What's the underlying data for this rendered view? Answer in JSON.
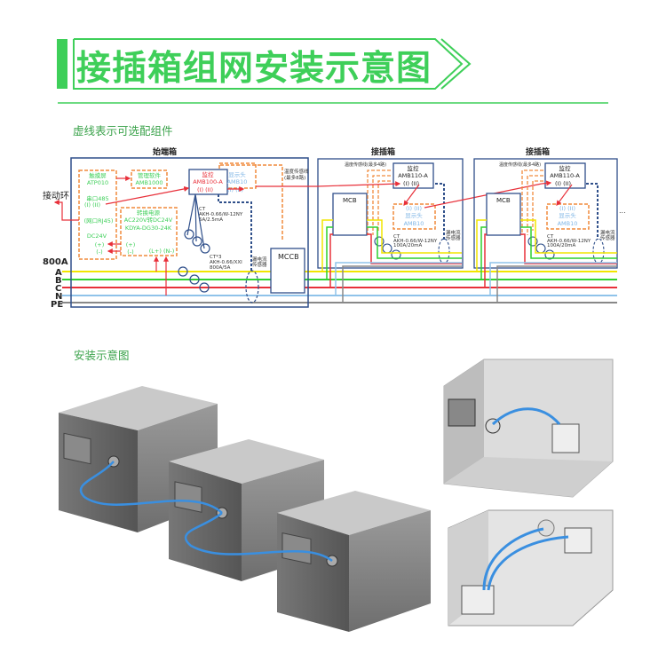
{
  "header": {
    "title": "接插箱组网安装示意图",
    "accent": "#3ecf59"
  },
  "wiring": {
    "caption": "虚线表示可选配组件",
    "head_box": {
      "title": "始端箱",
      "touch_screen": "触摸屏",
      "touch_model": "ATP010",
      "software": "管理软件",
      "software_model": "AMB1000",
      "rs485": "串口485",
      "ports": "(I)   (II)",
      "rj45": "(网口RJ45)",
      "dc24v": "DC24V",
      "plus": "(+)",
      "minus": "(-)",
      "psu": "转换电源",
      "psu_spec": "AC220V转DC24V",
      "psu_model": "KDYA-DG30-24K",
      "ln": "(L+)  (N-)",
      "monitor": "监控",
      "monitor_model": "AMB100-A",
      "monitor_ports": "(I)   (II)",
      "display": "显示头",
      "display_model": "AMB10",
      "display_ports": "(I)   (II)",
      "temp_line": "温度传感线",
      "temp_line_max": "(最多8路)",
      "ct1": "CT",
      "ct1_model": "AKH-0.66/W-12NY",
      "ct1_ratio": "5A/2.5mA",
      "ct3": "CT*3",
      "ct3_model": "AKH-0.66/XXI",
      "ct3_ratio": "800A/5A",
      "leak": "漏电流",
      "leak2": "传感器",
      "mccb": "MCCB"
    },
    "external": "接动环",
    "current": "800A",
    "bus": [
      "A",
      "B",
      "C",
      "N",
      "PE"
    ],
    "bus_colors": [
      "#f2e600",
      "#2fd12f",
      "#e8303a",
      "#8fc3ea",
      "#888888"
    ],
    "plug_boxes": [
      {
        "title": "接插箱",
        "temp_line": "温度传感线(最多4路)",
        "monitor": "监控",
        "monitor_model": "AMB110-A",
        "monitor_ports": "(I)   (II)",
        "display_ports": "(I)      (II)",
        "display": "显示头",
        "display_model": "AMB10",
        "mcb": "MCB",
        "ct": "CT",
        "ct_model": "AKH-0.66/W-12NY",
        "ct_ratio": "100A/20mA",
        "leak": "漏电流",
        "leak2": "传感器"
      },
      {
        "title": "接插箱",
        "temp_line": "温度传感线(最多4路)",
        "monitor": "监控",
        "monitor_model": "AMB110-A",
        "monitor_ports": "(I)   (II)",
        "display_ports": "(I)      (II)",
        "display": "显示头",
        "display_model": "AMB10",
        "mcb": "MCB",
        "ct": "CT",
        "ct_model": "AKH-0.66/W-12NY",
        "ct_ratio": "100A/20mA",
        "leak": "漏电流",
        "leak2": "传感器"
      }
    ],
    "ellipsis": "..."
  },
  "install": {
    "caption": "安装示意图"
  }
}
